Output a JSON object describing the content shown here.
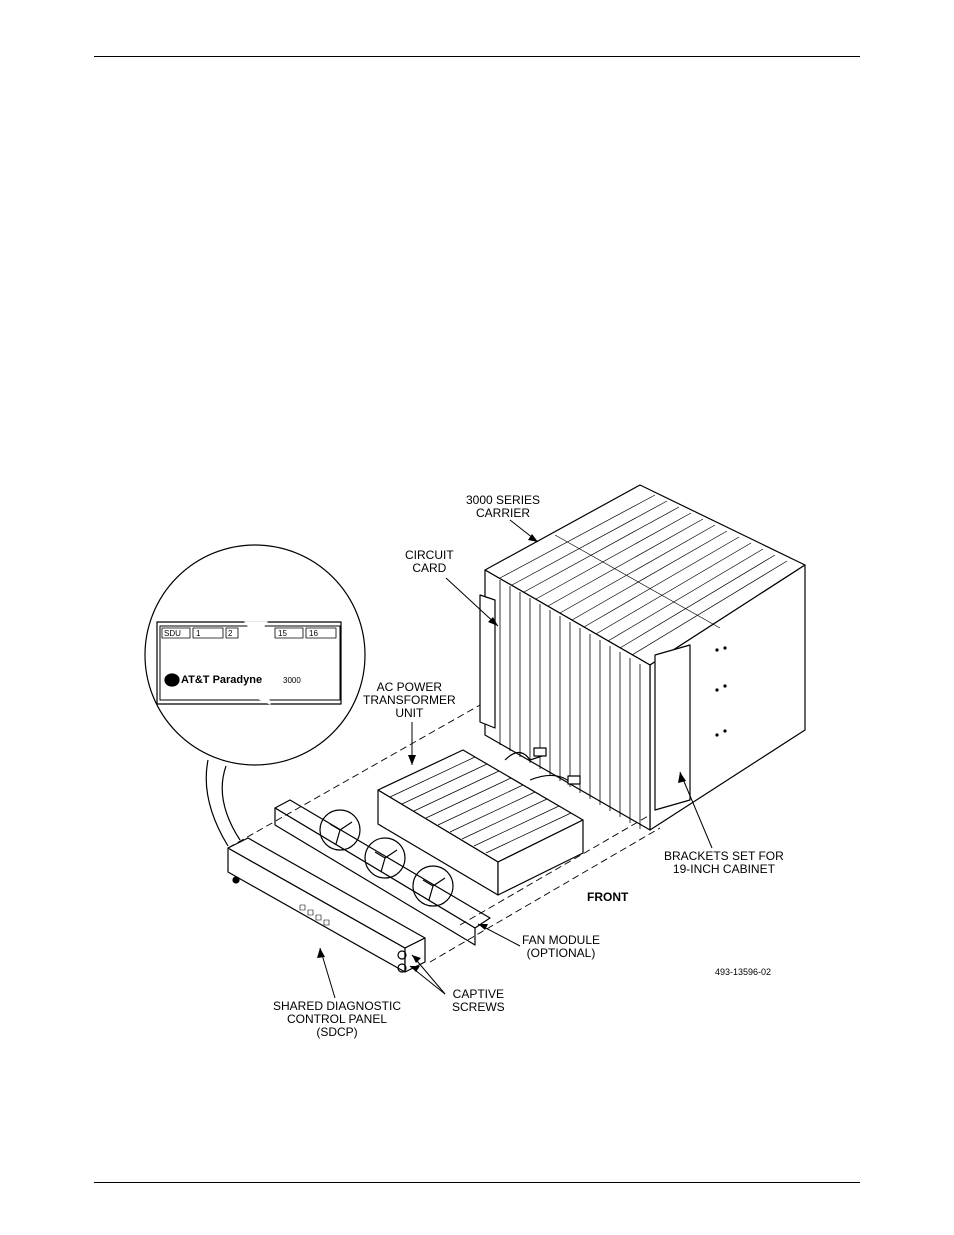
{
  "figure": {
    "callouts": {
      "carrier": [
        "3000 SERIES",
        "CARRIER"
      ],
      "circuit_card": [
        "CIRCUIT",
        "CARD"
      ],
      "transformer": [
        "AC POWER",
        "TRANSFORMER",
        "UNIT"
      ],
      "brackets": [
        "BRACKETS SET FOR",
        "19-INCH CABINET"
      ],
      "front": "FRONT",
      "fan_module": [
        "FAN MODULE",
        "(OPTIONAL)"
      ],
      "captive_screws": [
        "CAPTIVE",
        "SCREWS"
      ],
      "sdcp": [
        "SHARED DIAGNOSTIC",
        "CONTROL PANEL",
        "(SDCP)"
      ]
    },
    "figure_number": "493-13596-02",
    "inset": {
      "slot_labels": [
        "SDU",
        "1",
        "2",
        "15",
        "16"
      ],
      "logo_text": "AT&T Paradyne",
      "model": "3000"
    }
  }
}
